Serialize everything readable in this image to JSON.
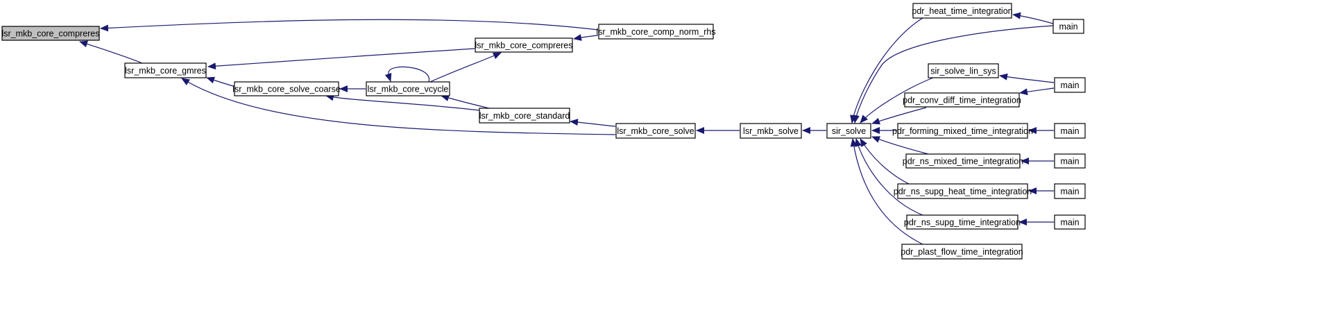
{
  "diagram": {
    "kind": "call-graph",
    "edge_color": "#191970",
    "highlight_fill": "#bfbfbf",
    "nodes": [
      {
        "id": "n_compreres_root",
        "label": "lsr_mkb_core_compreres",
        "highlight": true
      },
      {
        "id": "n_gmres",
        "label": "lsr_mkb_core_gmres"
      },
      {
        "id": "n_compreres",
        "label": "lsr_mkb_core_compreres"
      },
      {
        "id": "n_comp_norm_rhs",
        "label": "lsr_mkb_core_comp_norm_rhs"
      },
      {
        "id": "n_solve_coarse",
        "label": "lsr_mkb_core_solve_coarse"
      },
      {
        "id": "n_vcycle",
        "label": "lsr_mkb_core_vcycle"
      },
      {
        "id": "n_standard",
        "label": "lsr_mkb_core_standard"
      },
      {
        "id": "n_core_solve",
        "label": "lsr_mkb_core_solve"
      },
      {
        "id": "n_mkb_solve",
        "label": "lsr_mkb_solve"
      },
      {
        "id": "n_sir_solve",
        "label": "sir_solve"
      },
      {
        "id": "n_heat",
        "label": "pdr_heat_time_integration"
      },
      {
        "id": "n_lin_sys",
        "label": "sir_solve_lin_sys"
      },
      {
        "id": "n_conv_diff",
        "label": "pdr_conv_diff_time_integration"
      },
      {
        "id": "n_forming",
        "label": "pdr_forming_mixed_time_integration"
      },
      {
        "id": "n_ns_mixed",
        "label": "pdr_ns_mixed_time_integration"
      },
      {
        "id": "n_supg_heat",
        "label": "pdr_ns_supg_heat_time_integration"
      },
      {
        "id": "n_supg",
        "label": "pdr_ns_supg_time_integration"
      },
      {
        "id": "n_plast",
        "label": "pdr_plast_flow_time_integration"
      },
      {
        "id": "n_main1",
        "label": "main"
      },
      {
        "id": "n_main2",
        "label": "main"
      },
      {
        "id": "n_main3",
        "label": "main"
      },
      {
        "id": "n_main4",
        "label": "main"
      },
      {
        "id": "n_main5",
        "label": "main"
      },
      {
        "id": "n_main6",
        "label": "main"
      }
    ],
    "edges": [
      {
        "from": "n_gmres",
        "to": "n_compreres_root"
      },
      {
        "from": "n_comp_norm_rhs",
        "to": "n_compreres_root"
      },
      {
        "from": "n_compreres",
        "to": "n_gmres"
      },
      {
        "from": "n_solve_coarse",
        "to": "n_gmres"
      },
      {
        "from": "n_core_solve",
        "to": "n_gmres"
      },
      {
        "from": "n_comp_norm_rhs",
        "to": "n_compreres"
      },
      {
        "from": "n_vcycle",
        "to": "n_compreres"
      },
      {
        "from": "n_vcycle",
        "to": "n_solve_coarse"
      },
      {
        "from": "n_standard",
        "to": "n_solve_coarse"
      },
      {
        "from": "n_vcycle",
        "to": "n_vcycle"
      },
      {
        "from": "n_standard",
        "to": "n_vcycle"
      },
      {
        "from": "n_core_solve",
        "to": "n_standard"
      },
      {
        "from": "n_mkb_solve",
        "to": "n_core_solve"
      },
      {
        "from": "n_sir_solve",
        "to": "n_mkb_solve"
      },
      {
        "from": "n_heat",
        "to": "n_sir_solve"
      },
      {
        "from": "n_main1",
        "to": "n_sir_solve"
      },
      {
        "from": "n_lin_sys",
        "to": "n_sir_solve"
      },
      {
        "from": "n_conv_diff",
        "to": "n_sir_solve"
      },
      {
        "from": "n_forming",
        "to": "n_sir_solve"
      },
      {
        "from": "n_ns_mixed",
        "to": "n_sir_solve"
      },
      {
        "from": "n_supg_heat",
        "to": "n_sir_solve"
      },
      {
        "from": "n_supg",
        "to": "n_sir_solve"
      },
      {
        "from": "n_plast",
        "to": "n_sir_solve"
      },
      {
        "from": "n_main1",
        "to": "n_heat"
      },
      {
        "from": "n_main2",
        "to": "n_lin_sys"
      },
      {
        "from": "n_main2",
        "to": "n_conv_diff"
      },
      {
        "from": "n_main3",
        "to": "n_forming"
      },
      {
        "from": "n_main4",
        "to": "n_ns_mixed"
      },
      {
        "from": "n_main5",
        "to": "n_supg_heat"
      },
      {
        "from": "n_main6",
        "to": "n_supg"
      }
    ]
  }
}
